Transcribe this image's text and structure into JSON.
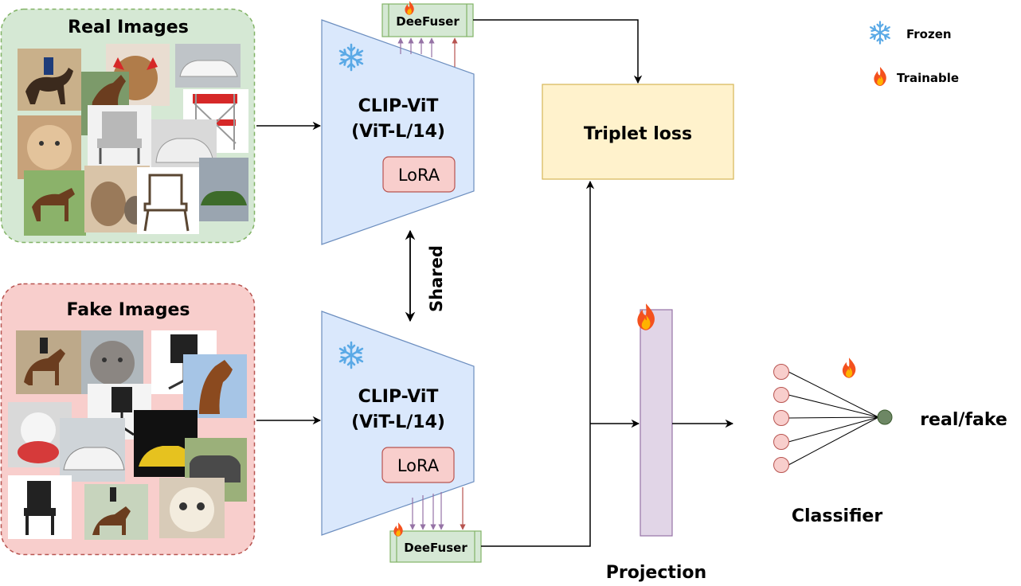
{
  "real_group": {
    "title": "Real Images",
    "thumbnails": [
      "horse-rider",
      "cat-with-horns",
      "white-car",
      "horse",
      "red-folding-chair",
      "cat",
      "grey-armchair",
      "silver-car",
      "horses-on-grass",
      "rabbit-and-kitten",
      "wooden-chair",
      "green-car"
    ]
  },
  "fake_group": {
    "title": "Fake Images",
    "thumbnails": [
      "dressage-horse",
      "tabby-cat",
      "office-chair",
      "horse-head",
      "white-cat",
      "black-office-chair",
      "white-car",
      "yellow-car",
      "jeep",
      "black-chair",
      "horse-rider",
      "wide-eyed-cat"
    ]
  },
  "encoder_top": {
    "name": "CLIP-ViT",
    "variant": "(ViT-L/14)",
    "adapter": "LoRA",
    "status_icon": "snowflake-icon"
  },
  "encoder_bottom": {
    "name": "CLIP-ViT",
    "variant": "(ViT-L/14)",
    "adapter": "LoRA",
    "status_icon": "snowflake-icon"
  },
  "shared_label": "Shared",
  "deefuser_top": {
    "label": "DeeFuser",
    "status_icon": "fire-icon"
  },
  "deefuser_bottom": {
    "label": "DeeFuser",
    "status_icon": "fire-icon"
  },
  "loss": {
    "label": "Triplet loss"
  },
  "projection": {
    "label": "Projection",
    "status_icon": "fire-icon"
  },
  "classifier": {
    "label": "Classifier",
    "output_label": "real/fake",
    "input_nodes": 5,
    "status_icon": "fire-icon"
  },
  "legend": [
    {
      "icon": "snowflake-icon",
      "label": "Frozen"
    },
    {
      "icon": "fire-icon",
      "label": "Trainable"
    }
  ],
  "colors": {
    "real_bg": "#d5e8d4",
    "real_border": "#82b366",
    "fake_bg": "#f8cecc",
    "fake_border": "#b85450",
    "encoder_fill": "#dae8fc",
    "encoder_stroke": "#6c8ebf",
    "lora_fill": "#f8cecc",
    "lora_stroke": "#b85450",
    "deefuser_fill": "#d5e8d4",
    "deefuser_stroke": "#82b366",
    "loss_fill": "#fff2cc",
    "loss_stroke": "#d6b656",
    "projection_fill": "#e1d5e7",
    "projection_stroke": "#9673a6",
    "neuron_fill": "#f8cecc",
    "neuron_stroke": "#b85450",
    "output_fill": "#6d8764",
    "feature_arrow": "#9673a6",
    "feature_arrow_alt": "#b85450",
    "snowflake": "#5aa9e6"
  }
}
